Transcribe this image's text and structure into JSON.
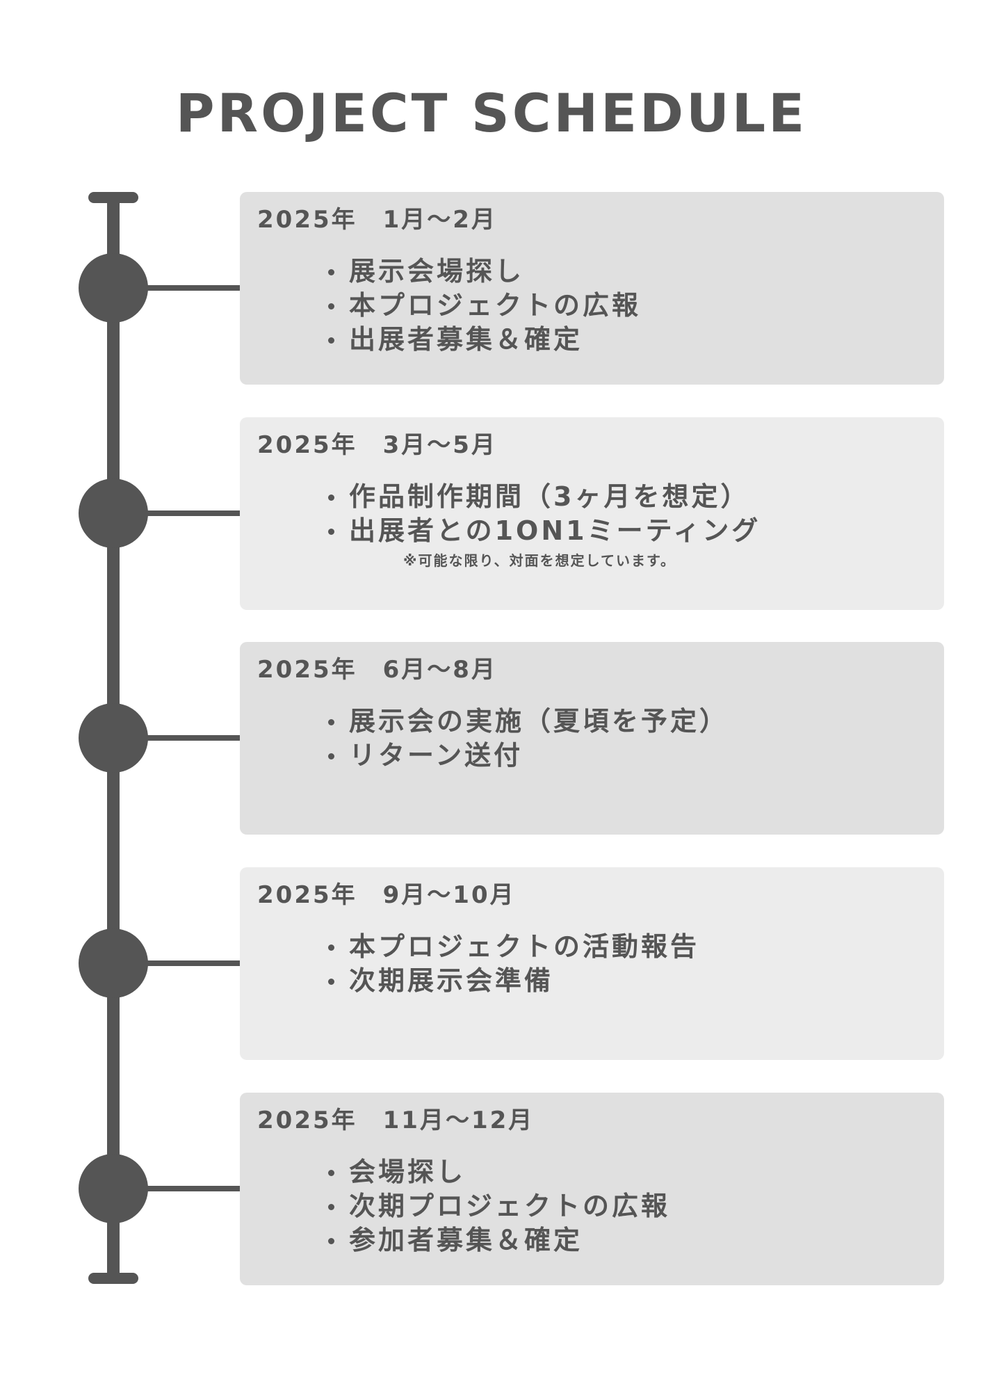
{
  "title": "PROJECT SCHEDULE",
  "colors": {
    "text": "#555555",
    "card_dark": "#e0e0e0",
    "card_light": "#ececec"
  },
  "phases": [
    {
      "period": "2025年　1月〜2月",
      "items": [
        "展示会場探し",
        "本プロジェクトの広報",
        "出展者募集＆確定"
      ]
    },
    {
      "period": "2025年　3月〜5月",
      "items": [
        "作品制作期間（3ヶ月を想定）",
        "出展者との1ON1ミーティング"
      ],
      "note": "※可能な限り、対面を想定しています。"
    },
    {
      "period": "2025年　6月〜8月",
      "items": [
        "展示会の実施（夏頃を予定）",
        "リターン送付"
      ]
    },
    {
      "period": "2025年　9月〜10月",
      "items": [
        "本プロジェクトの活動報告",
        "次期展示会準備"
      ]
    },
    {
      "period": "2025年　11月〜12月",
      "items": [
        "会場探し",
        "次期プロジェクトの広報",
        "参加者募集＆確定"
      ]
    }
  ]
}
